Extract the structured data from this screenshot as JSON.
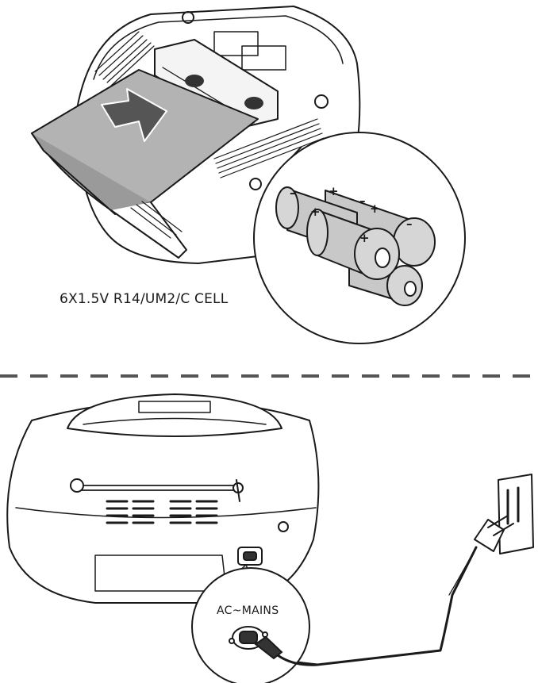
{
  "battery_section": {
    "label": "6X1.5V R14/UM2/C CELL",
    "cell_count": 6,
    "terminal_symbol": "+",
    "negative_symbol": "–"
  },
  "mains_section": {
    "label": "AC~MAINS"
  },
  "colors": {
    "line": "#1a1a1a",
    "cover_fill": "#b3b3b3",
    "battery_fill": "#c8c8c8",
    "arrow_fill": "#555555",
    "divider": "#555555"
  }
}
